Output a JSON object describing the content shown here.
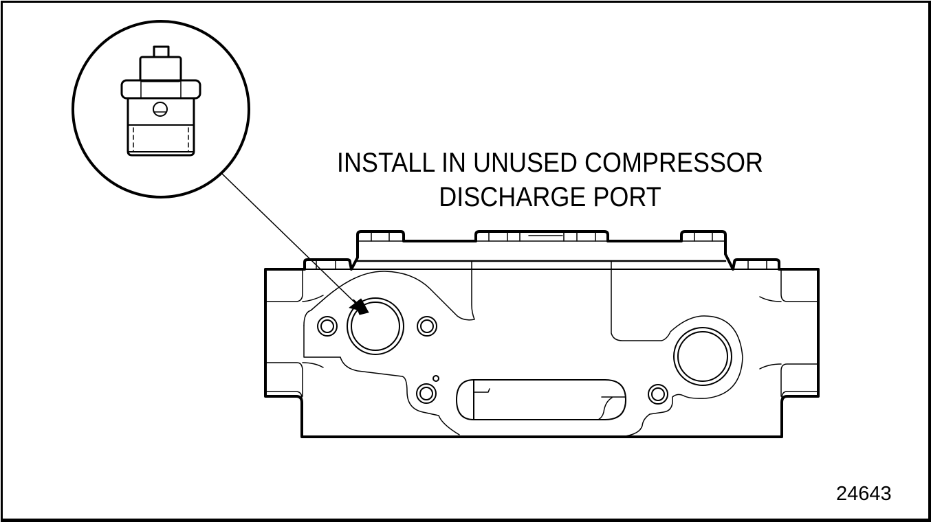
{
  "diagram": {
    "type": "technical-illustration",
    "subject": "cylinder head / compressor port plug installation",
    "callout": {
      "line1": "INSTALL IN UNUSED COMPRESSOR",
      "line2": "DISCHARGE PORT"
    },
    "figure_number": "24643",
    "detail_view": {
      "shape": "circle",
      "contents": "hex-head plug fitting"
    },
    "leader": {
      "from": "detail-circle",
      "to": "left discharge port",
      "arrowhead": "filled"
    },
    "colors": {
      "line": "#000000",
      "background": "#ffffff"
    }
  }
}
